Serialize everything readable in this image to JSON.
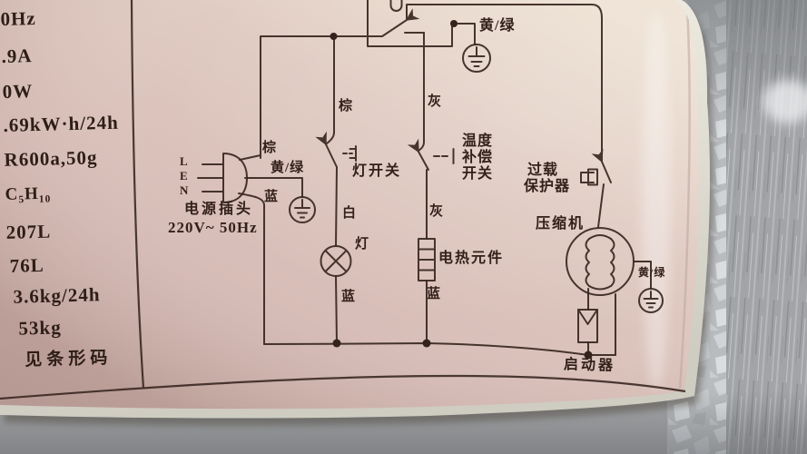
{
  "specs_column": {
    "items": [
      "0Hz",
      ".9A",
      "0W",
      ".69kW·h/24h",
      "R600a,50g",
      "C₅H₁₀",
      "207L",
      "76L",
      "3.6kg/24h",
      "53kg",
      "见条形码"
    ]
  },
  "diagram": {
    "plug": {
      "label": "电源插头",
      "voltage": "220V~ 50Hz",
      "pins": [
        "L",
        "E",
        "N"
      ],
      "wire_brown": "棕",
      "wire_yellow_green": "黄/绿",
      "wire_blue": "蓝"
    },
    "lamp_branch": {
      "wire_brown": "棕",
      "switch_label": "灯开关",
      "wire_white": "白",
      "lamp_label": "灯",
      "wire_blue": "蓝"
    },
    "heater_branch": {
      "wire_gray_top": "灰",
      "temp_switch_lines": [
        "温度",
        "补偿",
        "开关"
      ],
      "wire_gray_mid": "灰",
      "heater_label": "电热元件",
      "wire_blue": "蓝"
    },
    "top": {
      "ground_label": "黄/绿"
    },
    "compressor_branch": {
      "overload_lines": [
        "过载",
        "保护器"
      ],
      "compressor_label": "压缩机",
      "ground_label": "黄/绿",
      "starter_label": "启动器"
    }
  },
  "colors": {
    "paper": "#d8beb8",
    "ink": "#3a2822",
    "metal": "#a6a8aa"
  }
}
